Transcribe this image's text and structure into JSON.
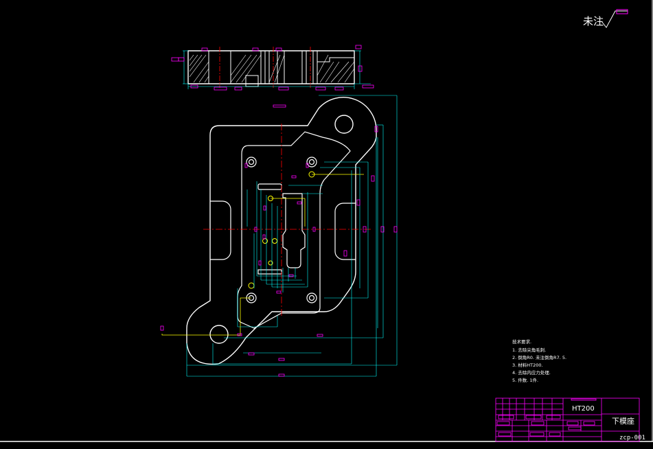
{
  "drawing": {
    "corner_note": "未注",
    "technical_requirements": {
      "heading": "技术要求.",
      "items": [
        "1. 去除尖角毛刺.",
        "2. 倒角R0. 未注倒角R7. 5.",
        "3. 材料HT200.",
        "4. 去除内应力处理.",
        "5. 件数. 1件."
      ]
    },
    "title_block": {
      "material": "HT200",
      "part_name": "下模座",
      "drawing_number": "zcp-001"
    },
    "colors": {
      "background": "#000000",
      "outline": "#ffffff",
      "dimension": "#00ffff",
      "centerline": "#ff0000",
      "leader": "#ffff00",
      "annotation": "#ff00ff"
    }
  }
}
